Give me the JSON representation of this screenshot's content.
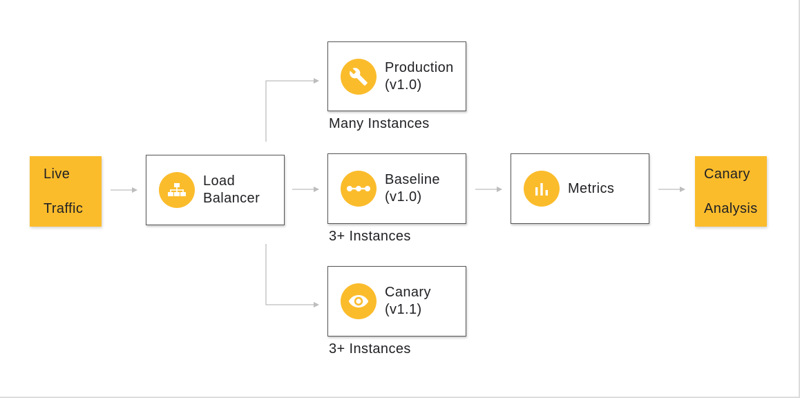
{
  "diagram": {
    "live_traffic": {
      "line1": "Live",
      "line2": "Traffic"
    },
    "load_balancer": {
      "line1": "Load",
      "line2": "Balancer",
      "icon": "sitemap-icon"
    },
    "production": {
      "line1": "Production",
      "line2": "(v1.0)",
      "caption": "Many Instances",
      "icon": "wrench-icon"
    },
    "baseline": {
      "line1": "Baseline",
      "line2": "(v1.0)",
      "caption": "3+ Instances",
      "icon": "dots-line-icon"
    },
    "canary": {
      "line1": "Canary",
      "line2": "(v1.1)",
      "caption": "3+ Instances",
      "icon": "eye-icon"
    },
    "metrics": {
      "label": "Metrics",
      "icon": "bar-chart-icon"
    },
    "canary_analysis": {
      "line1": "Canary",
      "line2": "Analysis"
    }
  },
  "colors": {
    "accent": "#FBBC2C",
    "connector": "#bdbdbd",
    "text": "#202124"
  }
}
